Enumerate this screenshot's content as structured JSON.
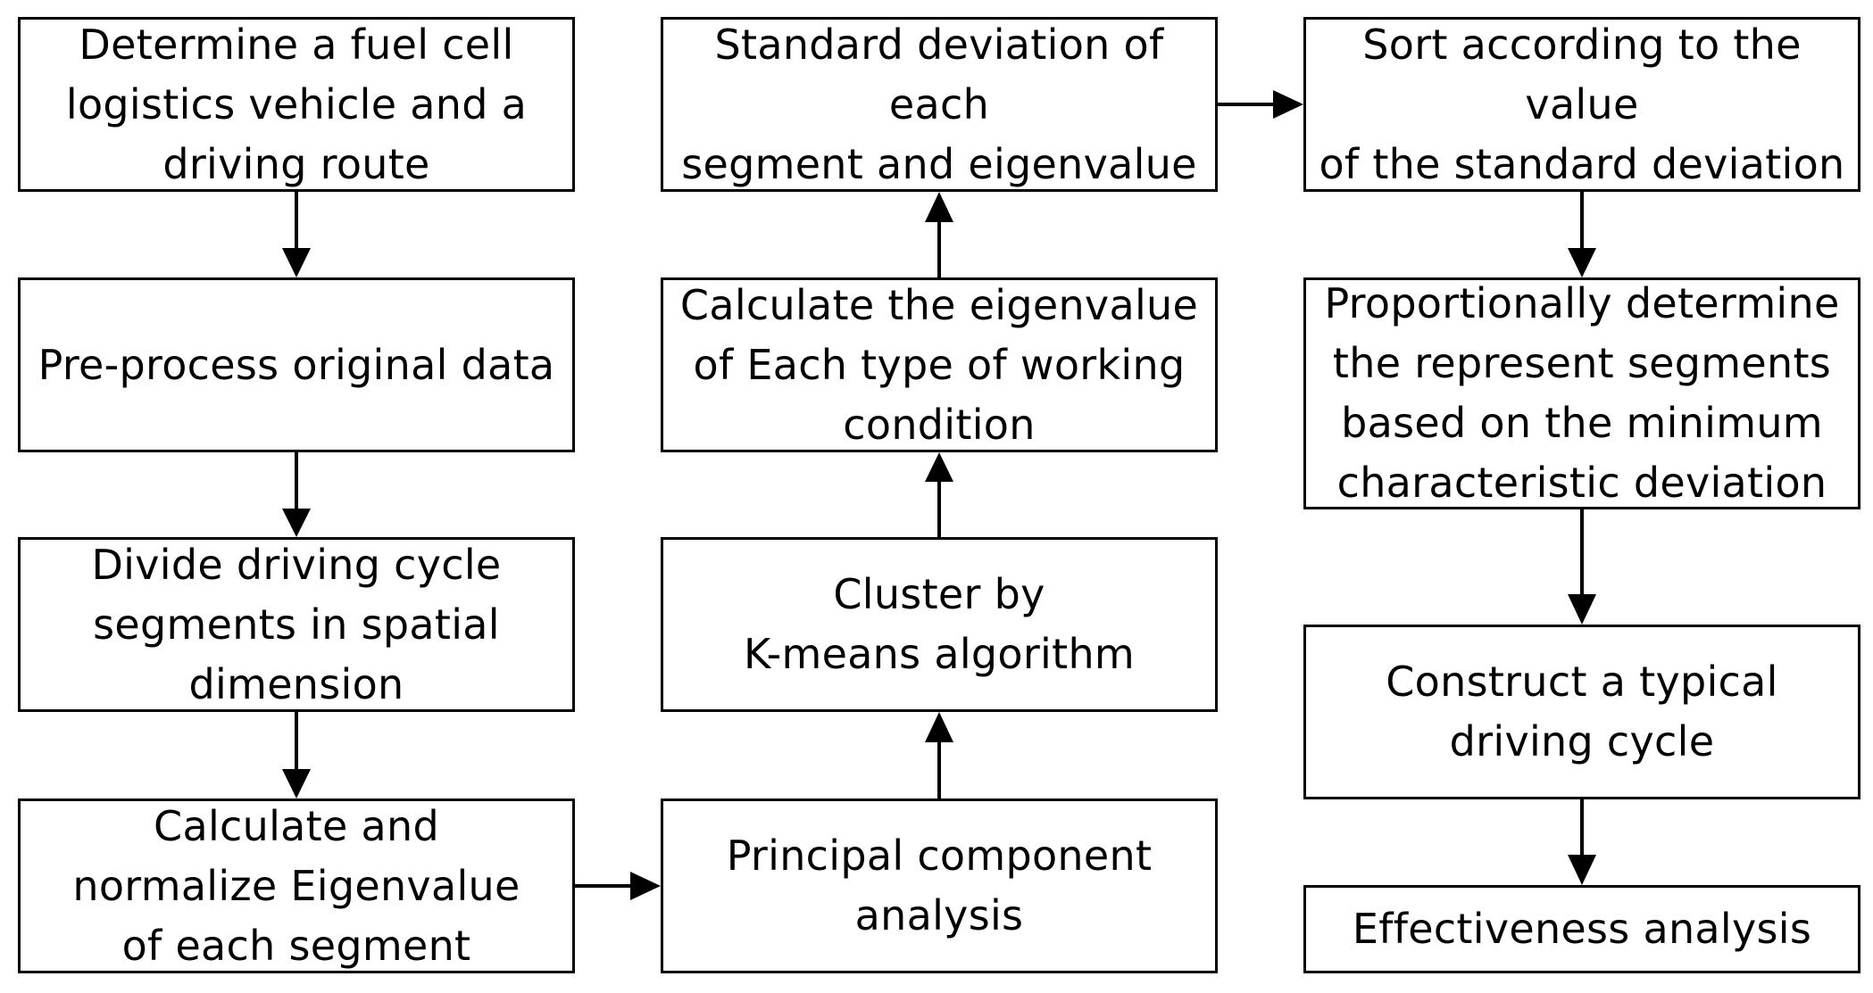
{
  "flowchart": {
    "column1": {
      "determine_vehicle_route": "Determine a fuel cell\nlogistics vehicle and a\ndriving route",
      "preprocess_data": "Pre-process original data",
      "divide_segments": "Divide driving cycle\nsegments in spatial\ndimension",
      "calculate_normalize": "Calculate and\nnormalize Eigenvalue\nof each segment"
    },
    "column2": {
      "pca": "Principal component\nanalysis",
      "kmeans": "Cluster by\nK-means algorithm",
      "calc_eigenvalue_type": "Calculate the eigenvalue\nof Each type of working\ncondition",
      "std_dev_segment": "Standard deviation of each\nsegment and eigenvalue"
    },
    "column3": {
      "sort_std_dev": "Sort according to the value\nof the standard deviation",
      "proportional_segments": "Proportionally determine\nthe represent segments\nbased on the minimum\ncharacteristic deviation",
      "construct_cycle": "Construct a typical\ndriving cycle",
      "effectiveness": "Effectiveness analysis"
    }
  }
}
